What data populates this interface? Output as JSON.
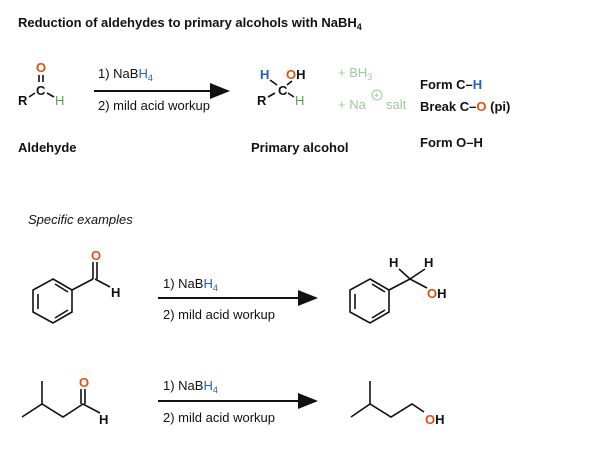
{
  "title": {
    "main": "Reduction of aldehydes to primary alcohols with NaBH",
    "sub": "4"
  },
  "general": {
    "aldehyde": {
      "O": "O",
      "C": "C",
      "R": "R",
      "H": "H",
      "label": "Aldehyde"
    },
    "reagents": {
      "step1_prefix": "1) NaB",
      "step1_H": "H",
      "step1_sub": "4",
      "step2": "2) mild acid workup"
    },
    "product": {
      "H_new": "H",
      "O": "O",
      "OH_H": "H",
      "C": "C",
      "R": "R",
      "H": "H",
      "label": "Primary alcohol"
    },
    "byproducts": {
      "bh3": "+ BH",
      "bh3_sub": "3",
      "na": "+ Na",
      "charge": "+",
      "salt": "salt"
    },
    "summary": {
      "form_ch_prefix": "Form C–",
      "form_ch_H": "H",
      "break_prefix": "Break C–",
      "break_O": "O",
      "break_suffix": " (pi)",
      "form_oh": "Form O–H"
    }
  },
  "examples_heading": "Specific examples",
  "examples": [
    {
      "reactant": {
        "O": "O",
        "H": "H"
      },
      "reagents": {
        "step1_prefix": "1) NaB",
        "step1_H": "H",
        "step1_sub": "4",
        "step2": "2) mild acid workup"
      },
      "product": {
        "H1": "H",
        "H2": "H",
        "O": "O",
        "OH_H": "H"
      }
    },
    {
      "reactant": {
        "O": "O",
        "H": "H"
      },
      "reagents": {
        "step1_prefix": "1) NaB",
        "step1_H": "H",
        "step1_sub": "4",
        "step2": "2) mild acid workup"
      },
      "product": {
        "O": "O",
        "OH_H": "H"
      }
    }
  ],
  "colors": {
    "oxygen": "#e0500f",
    "new_hydrogen": "#1f5fd0",
    "aldehyde_hydrogen": "#5aa05a",
    "byproduct": "#9ccb9c"
  }
}
